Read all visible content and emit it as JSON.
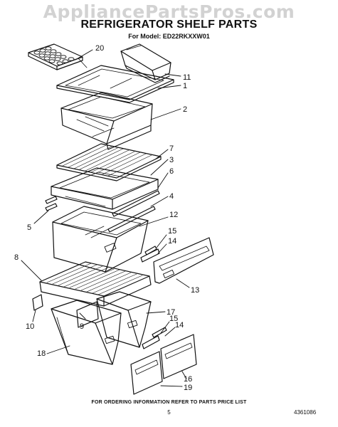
{
  "watermark": "AppliancePartsPros.com",
  "title": "REFRIGERATOR SHELF PARTS",
  "model_line": "For Model: ED22RKXXW01",
  "callouts": {
    "c20": "20",
    "c11": "11",
    "c1": "1",
    "c2": "2",
    "c7": "7",
    "c3": "3",
    "c6": "6",
    "c4": "4",
    "c5": "5",
    "c12": "12",
    "c15a": "15",
    "c14a": "14",
    "c8": "8",
    "c13": "13",
    "c10": "10",
    "c9": "9",
    "c17": "17",
    "c15b": "15",
    "c14b": "14",
    "c18": "18",
    "c16": "16",
    "c19": "19"
  },
  "footer_note": "FOR ORDERING INFORMATION REFER TO PARTS PRICE LIST",
  "page_number": "5",
  "document_number": "4361086"
}
